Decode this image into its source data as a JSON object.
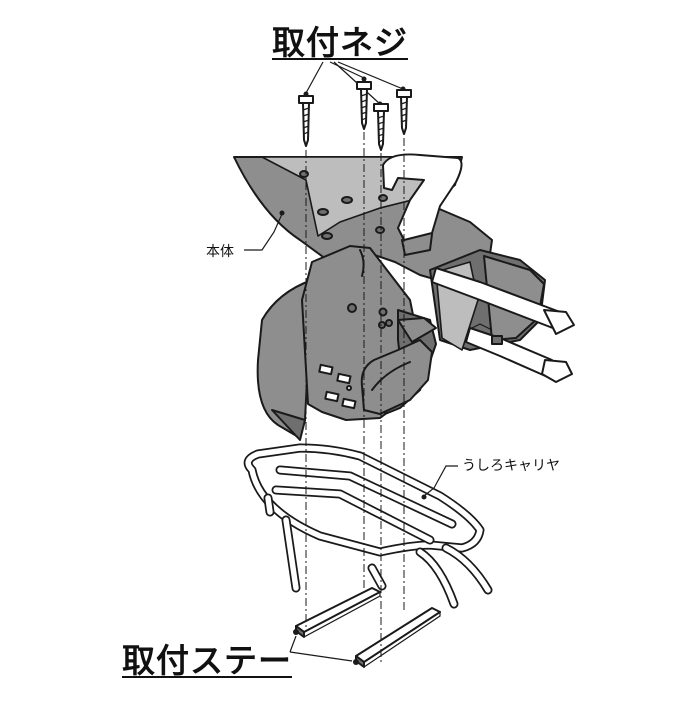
{
  "labels": {
    "screws": "取付ネジ",
    "body": "本体",
    "carrier": "うしろキャリヤ",
    "stays": "取付ステー"
  },
  "colors": {
    "line": "#1a1a1a",
    "seat_fill": "#8e8e8e",
    "seat_dark": "#6f6f6f",
    "seat_light": "#bdbdbd",
    "paper": "#ffffff"
  }
}
